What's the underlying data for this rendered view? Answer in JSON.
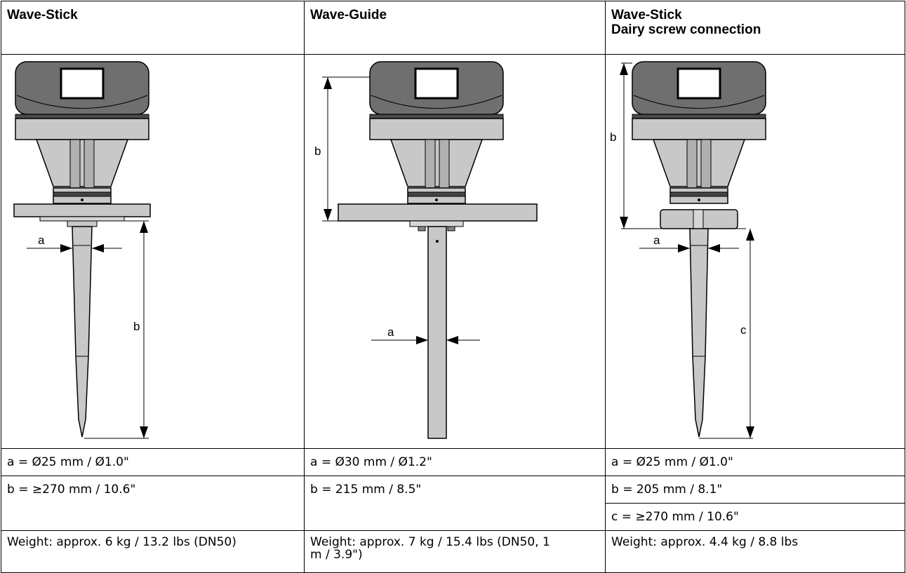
{
  "columns": [
    {
      "title": "Wave-Stick"
    },
    {
      "title": "Wave-Guide"
    },
    {
      "title": "Wave-Stick",
      "subtitle": "Dairy screw connection"
    }
  ],
  "drawing_labels": {
    "col1": {
      "a": "a",
      "b": "b"
    },
    "col2": {
      "a": "a",
      "b": "b"
    },
    "col3": {
      "a": "a",
      "b": "b",
      "c": "c"
    }
  },
  "rows": {
    "a": [
      "a = Ø25 mm / Ø1.0\"",
      "a = Ø30 mm / Ø1.2\"",
      "a = Ø25 mm / Ø1.0\""
    ],
    "b": [
      "b = ≥270 mm / 10.6\"",
      "b = 215 mm / 8.5\"",
      "b = 205 mm / 8.1\""
    ],
    "c": [
      "c = ≥270 mm / 10.6\""
    ],
    "weight": [
      "Weight: approx. 6 kg / 13.2 lbs (DN50)",
      "Weight: approx. 7 kg / 15.4 lbs (DN50, 1 m / 3.9\")",
      "Weight: approx. 4.4 kg / 8.8 lbs"
    ]
  }
}
